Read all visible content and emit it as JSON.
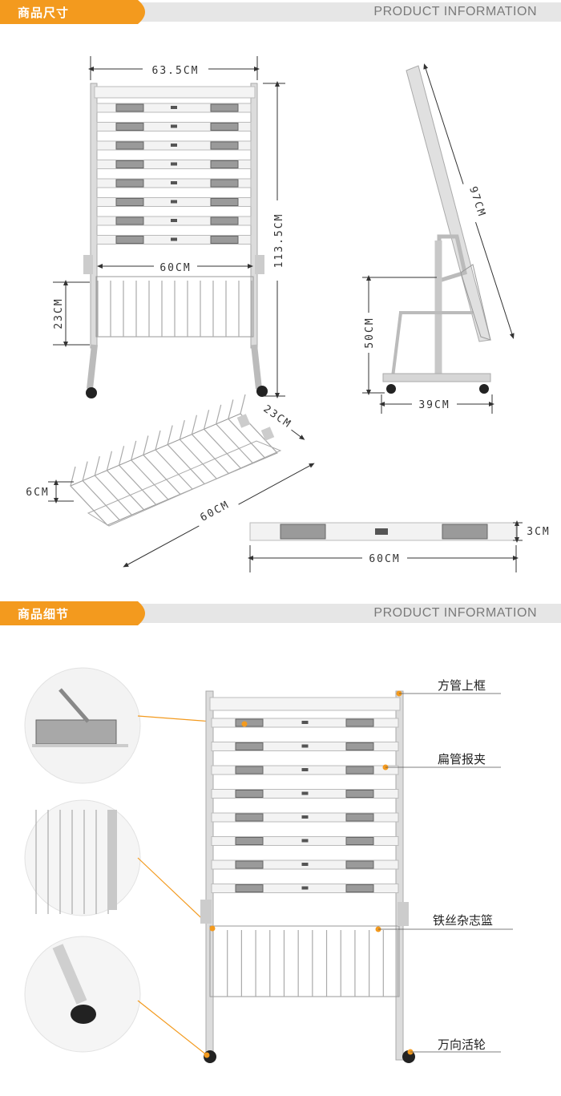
{
  "sections": {
    "size": {
      "title": "商品尺寸",
      "subtitle": "PRODUCT  INFORMATION"
    },
    "detail": {
      "title": "商品细节",
      "subtitle": "PRODUCT  INFORMATION"
    }
  },
  "dimensions": {
    "front_width": "63.5CM",
    "front_height": "113.5CM",
    "inner_width": "60CM",
    "basket_height": "23CM",
    "side_length": "97CM",
    "side_height": "50CM",
    "side_depth": "39CM",
    "basket_depth": "23CM",
    "basket_lip": "6CM",
    "basket_length": "60CM",
    "bar_thickness": "3CM",
    "bar_length": "60CM"
  },
  "callouts": {
    "top_frame": "方管上框",
    "flat_clip": "扁管报夹",
    "wire_basket": "铁丝杂志篮",
    "casters": "万向活轮"
  },
  "colors": {
    "accent": "#f39a1e",
    "frame": "#d8d8d8",
    "steel": "#8a8a8a",
    "wire": "#999999"
  }
}
